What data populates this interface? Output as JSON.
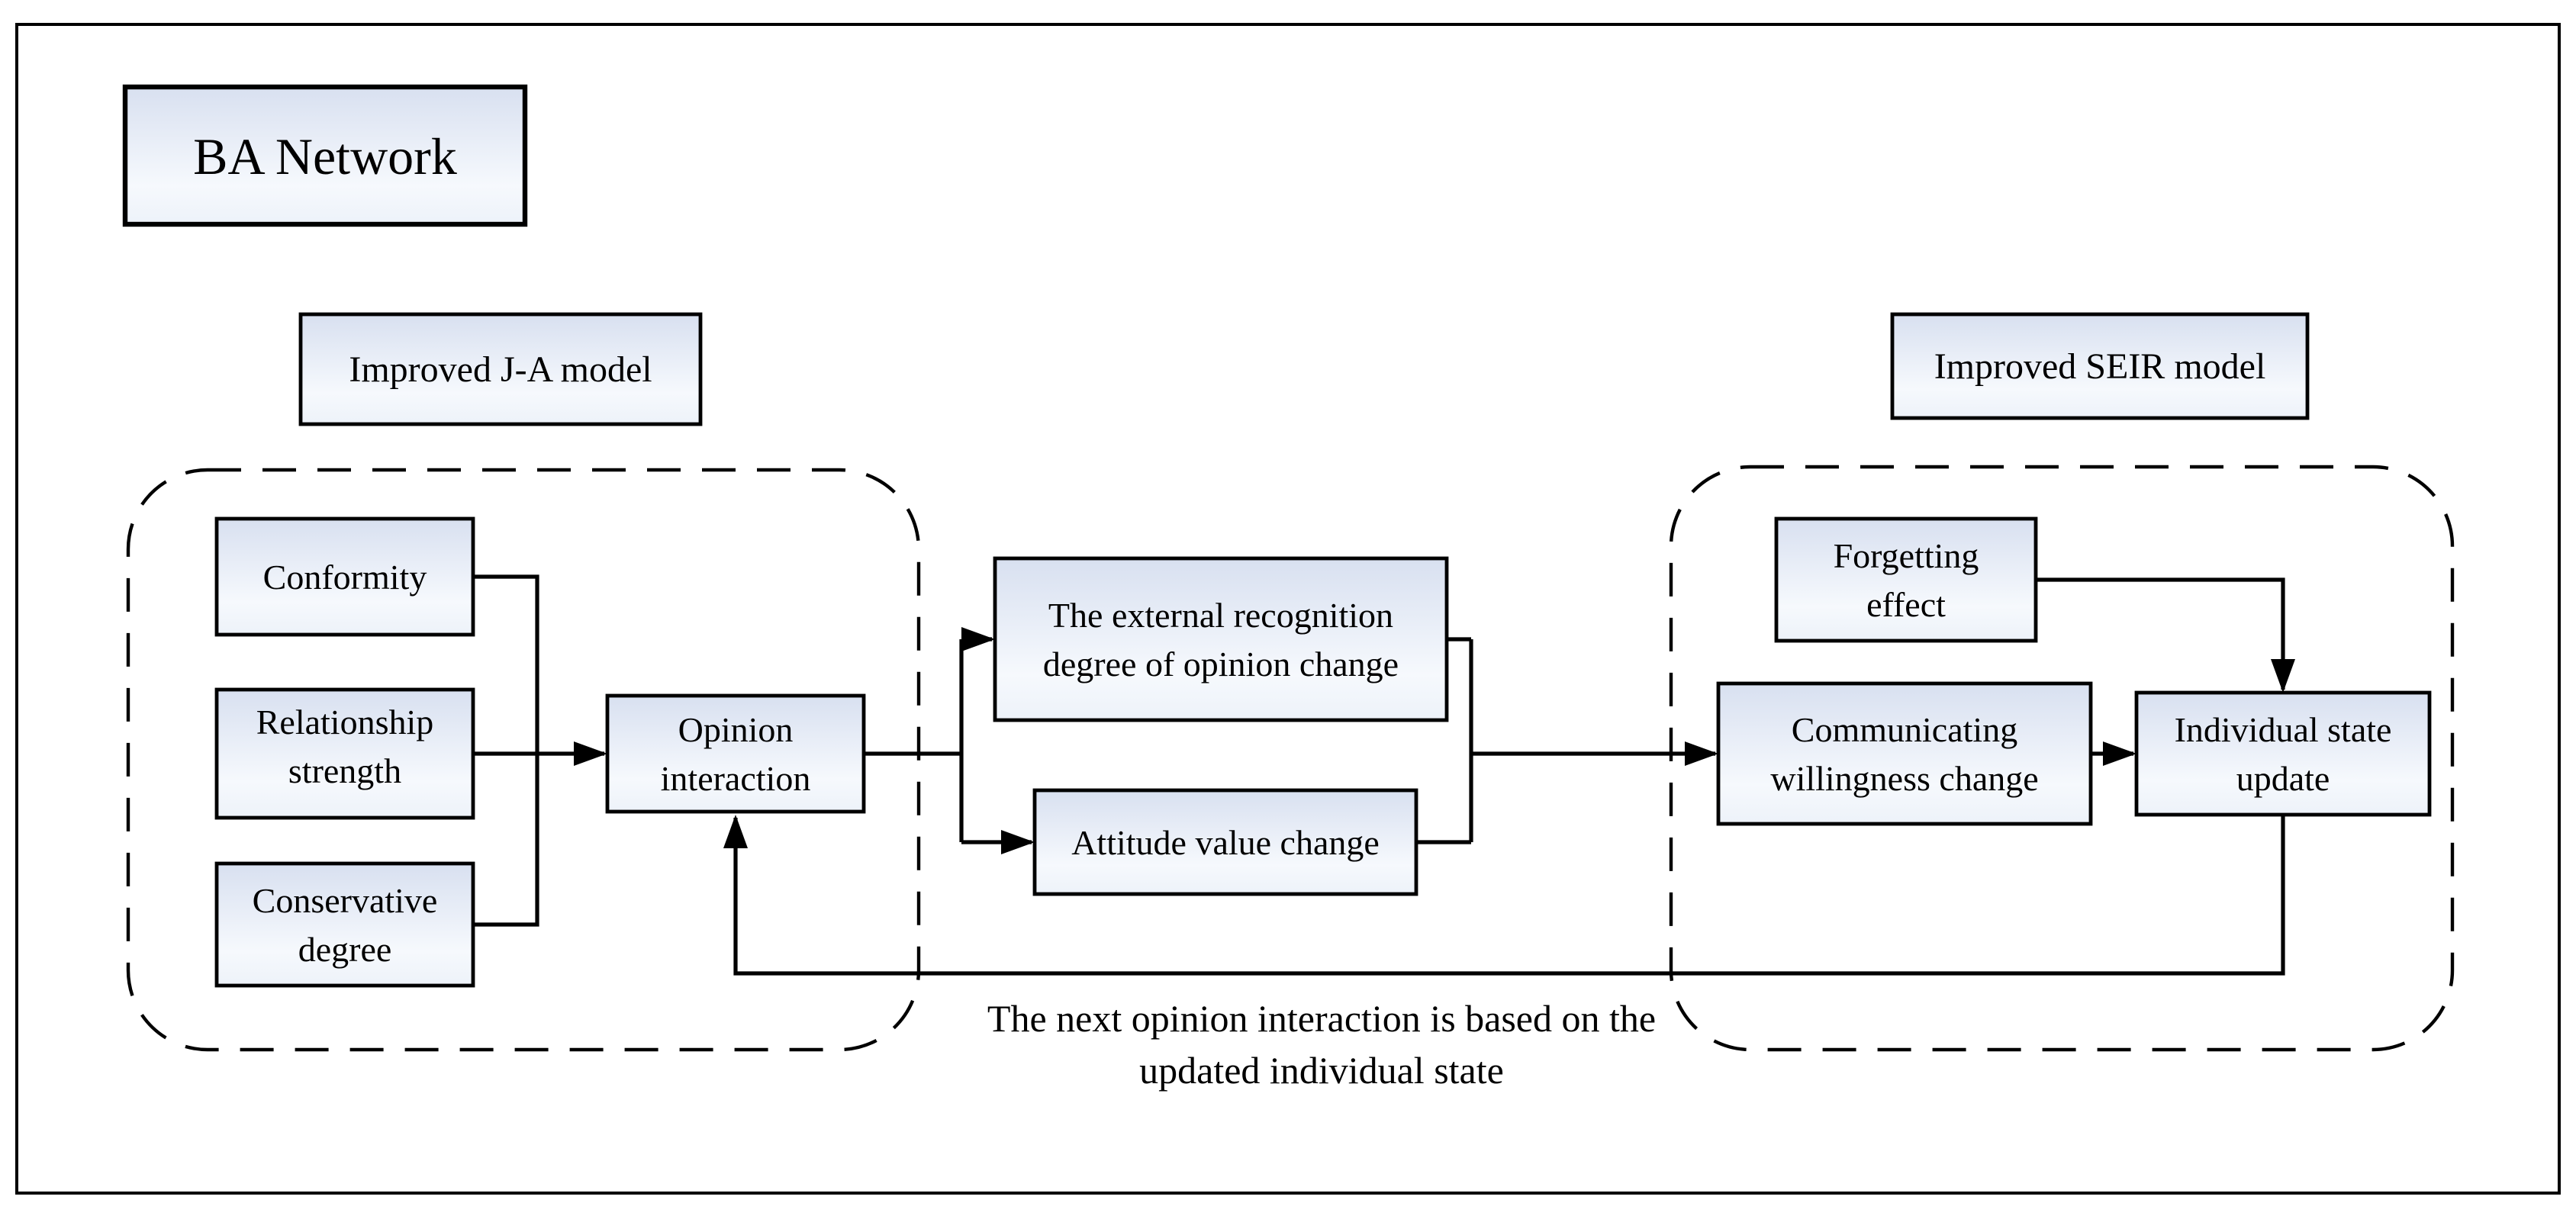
{
  "title": {
    "label": "BA Network"
  },
  "groups": {
    "ja": {
      "label": "Improved J-A model"
    },
    "seir": {
      "label": "Improved SEIR model"
    }
  },
  "nodes": {
    "conformity": {
      "label": "Conformity"
    },
    "relationship": {
      "line1": "Relationship",
      "line2": "strength"
    },
    "conservative": {
      "line1": "Conservative",
      "line2": "degree"
    },
    "opinion": {
      "line1": "Opinion",
      "line2": "interaction"
    },
    "external": {
      "line1": "The external recognition",
      "line2": "degree of opinion change"
    },
    "attitude": {
      "label": "Attitude value change"
    },
    "forgetting": {
      "line1": "Forgetting",
      "line2": "effect"
    },
    "communicating": {
      "line1": "Communicating",
      "line2": "willingness change"
    },
    "individual": {
      "line1": "Individual state",
      "line2": "update"
    }
  },
  "caption": {
    "line1": "The next opinion interaction is based on the",
    "line2": "updated individual state"
  },
  "colors": {
    "box_fill_top": "#d8e0f0",
    "box_fill_mid": "#f6f9fd",
    "box_fill_bottom": "#edf2f9",
    "line": "#000000",
    "background": "#ffffff"
  }
}
